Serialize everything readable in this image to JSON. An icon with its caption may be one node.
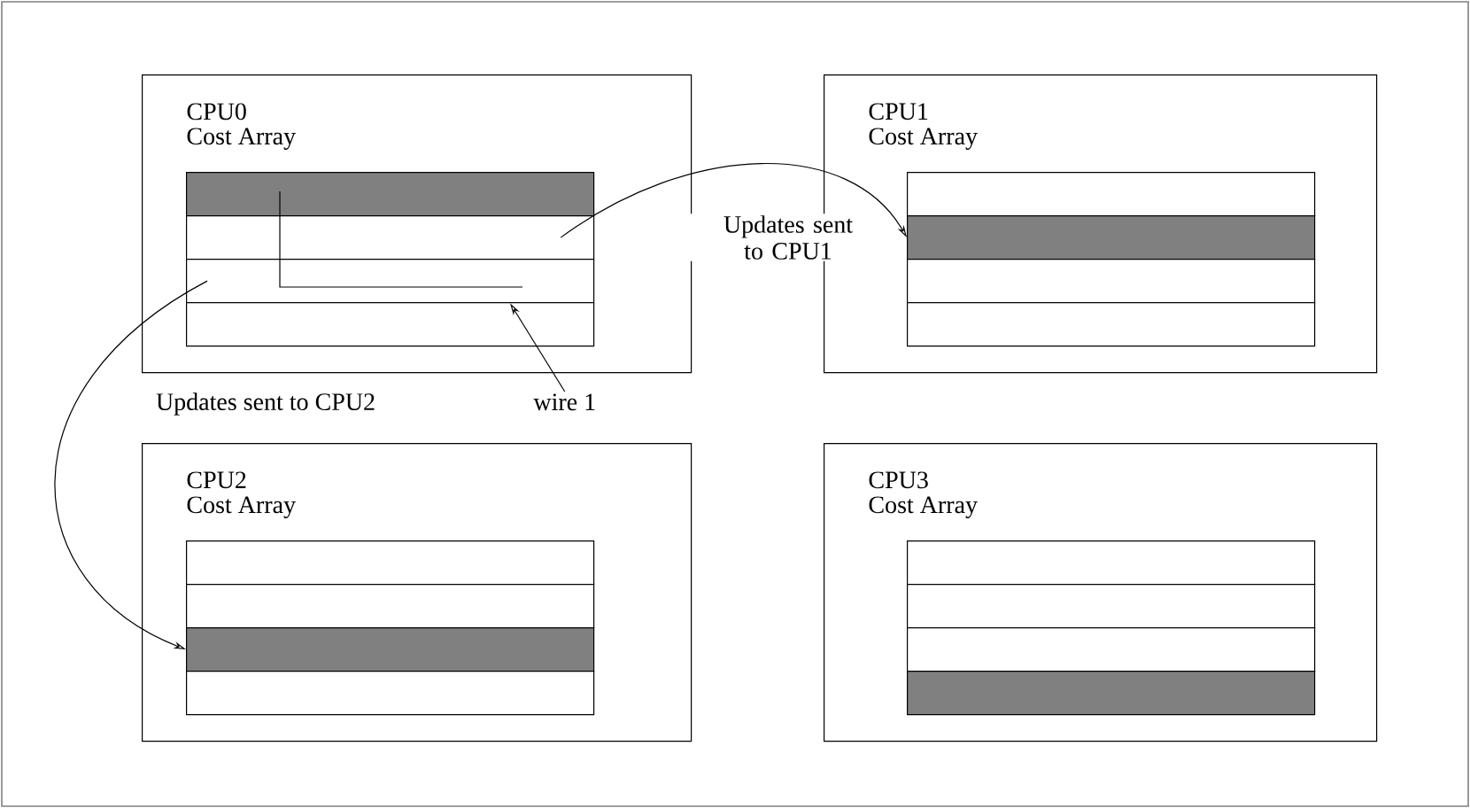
{
  "diagram": {
    "nodes": [
      {
        "text": [
          "CPU0",
          "Cost Array"
        ]
      },
      {
        "text": [],
        "shape": "bar",
        "in": 0
      },
      {
        "text": [],
        "shape": "bar",
        "in": 0
      },
      {
        "text": [],
        "shape": "bar",
        "in": 0
      },
      {
        "text": [],
        "shape": "bar",
        "in": 0
      },
      {
        "text": [
          "CPU1",
          "Cost Array"
        ]
      },
      {
        "text": [],
        "shape": "bar",
        "in": 5
      },
      {
        "text": [],
        "shape": "bar",
        "in": 5
      },
      {
        "text": [],
        "shape": "bar",
        "in": 5
      },
      {
        "text": [],
        "shape": "bar",
        "in": 5
      },
      {
        "text": [
          "CPU2",
          "Cost Array"
        ]
      },
      {
        "text": [],
        "shape": "bar",
        "in": 10
      },
      {
        "text": [],
        "shape": "bar",
        "in": 10
      },
      {
        "text": [],
        "shape": "bar",
        "in": 10
      },
      {
        "text": [],
        "shape": "bar",
        "in": 10
      },
      {
        "text": [
          "CPU3",
          "Cost Array"
        ]
      },
      {
        "text": [],
        "shape": "bar",
        "in": 15
      },
      {
        "text": [],
        "shape": "bar",
        "in": 15
      },
      {
        "text": [],
        "shape": "bar",
        "in": 15
      },
      {
        "text": [],
        "shape": "bar",
        "in": 15
      },
      {
        "text": [
          "wire 1"
        ]
      }
    ],
    "edges": [
      {
        "from": 2,
        "to": 7,
        "arrow": "to",
        "label": "Updates sent to CPU1"
      },
      {
        "from": 3,
        "to": 13,
        "arrow": "to",
        "label": "Updates sent to CPU2"
      },
      {
        "from": 20,
        "to": 3,
        "arrow": "to"
      }
    ]
  }
}
